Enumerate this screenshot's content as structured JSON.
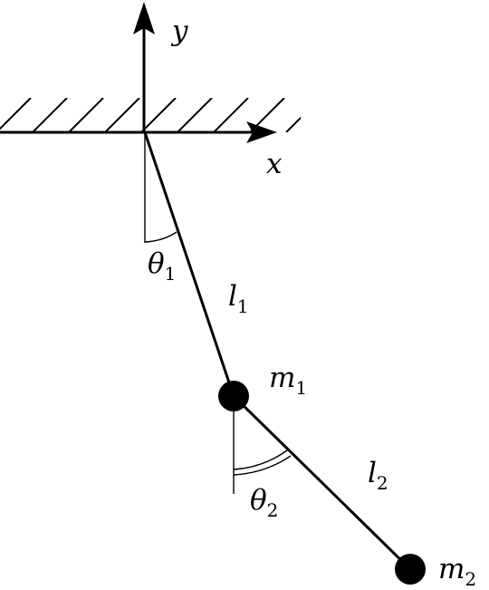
{
  "diagram": {
    "type": "double-pendulum",
    "axes": {
      "x_label": "x",
      "y_label": "y"
    },
    "angles": [
      {
        "symbol": "θ",
        "subscript": "1"
      },
      {
        "symbol": "θ",
        "subscript": "2"
      }
    ],
    "lengths": [
      {
        "symbol": "l",
        "subscript": "1"
      },
      {
        "symbol": "l",
        "subscript": "2"
      }
    ],
    "masses": [
      {
        "symbol": "m",
        "subscript": "1"
      },
      {
        "symbol": "m",
        "subscript": "2"
      }
    ],
    "colors": {
      "ink": "#000000",
      "background": "#ffffff"
    }
  }
}
